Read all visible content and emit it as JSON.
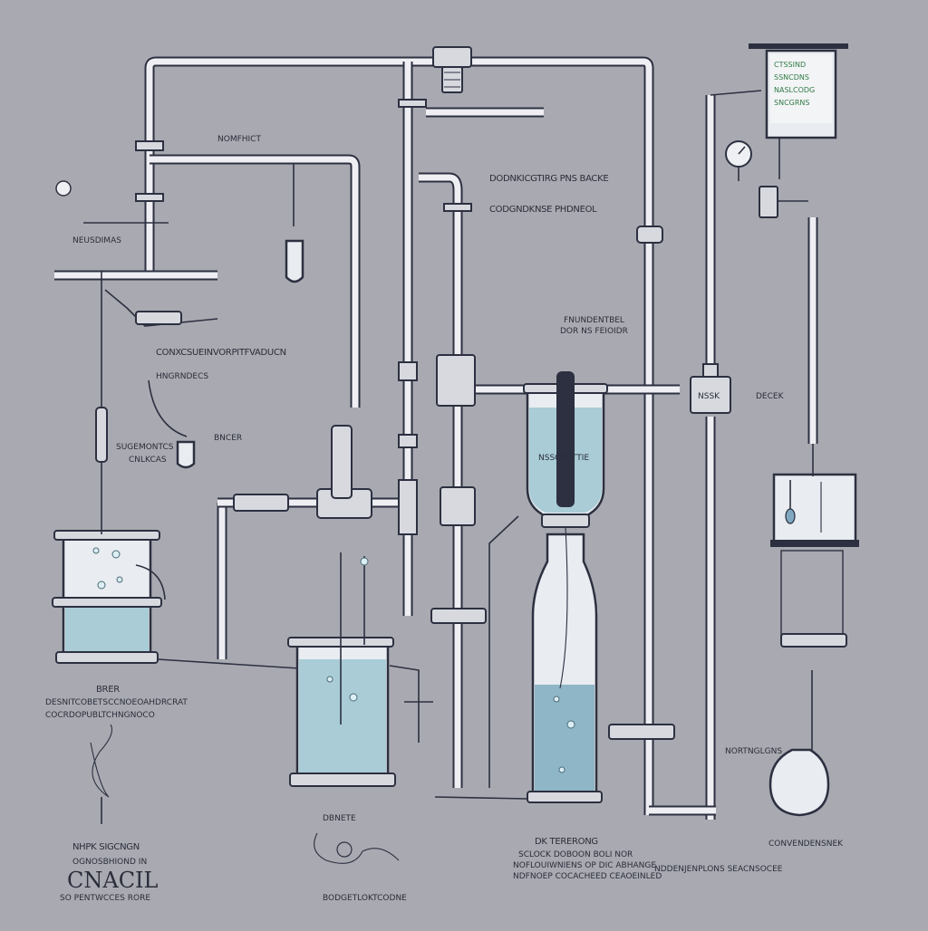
{
  "labels": {
    "top_left_a": "NOMFHICT",
    "side_left": "NEUSDIMAS",
    "mid_left_long": "CONXCSUEINVORPITFVADUCN",
    "mid_left_small": "HNGRNDECS",
    "left_coil_a": "SUGEMONTCS",
    "left_coil_b": "CNLKCAS",
    "left_coil_c": "BNCER",
    "center_top_a": "DODNKICGTIRG PNS BACKE",
    "center_top_b": "CODGNDKNSE PHDNEOL",
    "center_mid_a": "FNUNDENTBEL",
    "center_mid_b": "DOR NS FEIOIDR",
    "flask_label": "NSSCKOTTIE",
    "right_gauge": "DECEK",
    "right_box": "NSSK",
    "beaker_left_title": "BRER",
    "beaker_left_desc_1": "DESNITCOBETSCCNOEOAHDRCRAT",
    "beaker_left_desc_2": "COCRDOPUBLTCHNGNOCO",
    "bottom_left_a": "NHPK SIGCNGN",
    "bottom_left_b": "OGNOSBHIOND IN",
    "bottom_left_big": "CNACIL",
    "bottom_left_small": "SO PENTWCCES RORE",
    "bottom_center": "DBNETE",
    "bottom_center_small": "BODGETLOKTCODNE",
    "bottom_col_a": "DK TERERONG",
    "bottom_col_b": "SCLOCK DOBOON BOLI NOR",
    "bottom_col_c": "NOFLOUIWNIENS OP DIC ABHANGE",
    "bottom_col_d": "NDFNOEP COCACHEED CEAOEINLED",
    "bottom_col_e": "NDDENJENPLONS SEACNSOCEE",
    "right_flask_a": "NORTNGLGNS",
    "right_flask_b": "CONVENDENSNEK",
    "monitor_line_1": "CTSSIND",
    "monitor_line_2": "SSNCDNS",
    "monitor_line_3": "NASLCODG",
    "monitor_line_4": "SNCGRNS"
  },
  "colors": {
    "background": "#a9aab1",
    "pipe_outline": "#2c3040",
    "pipe_fill": "#eeeef3",
    "liquid": "#a9ccd6",
    "text": "#2a2d3a",
    "monitor_text": "#2f7a45"
  },
  "icons": [
    "valve-icon",
    "gauge-icon",
    "bulb-icon",
    "flask-icon"
  ]
}
